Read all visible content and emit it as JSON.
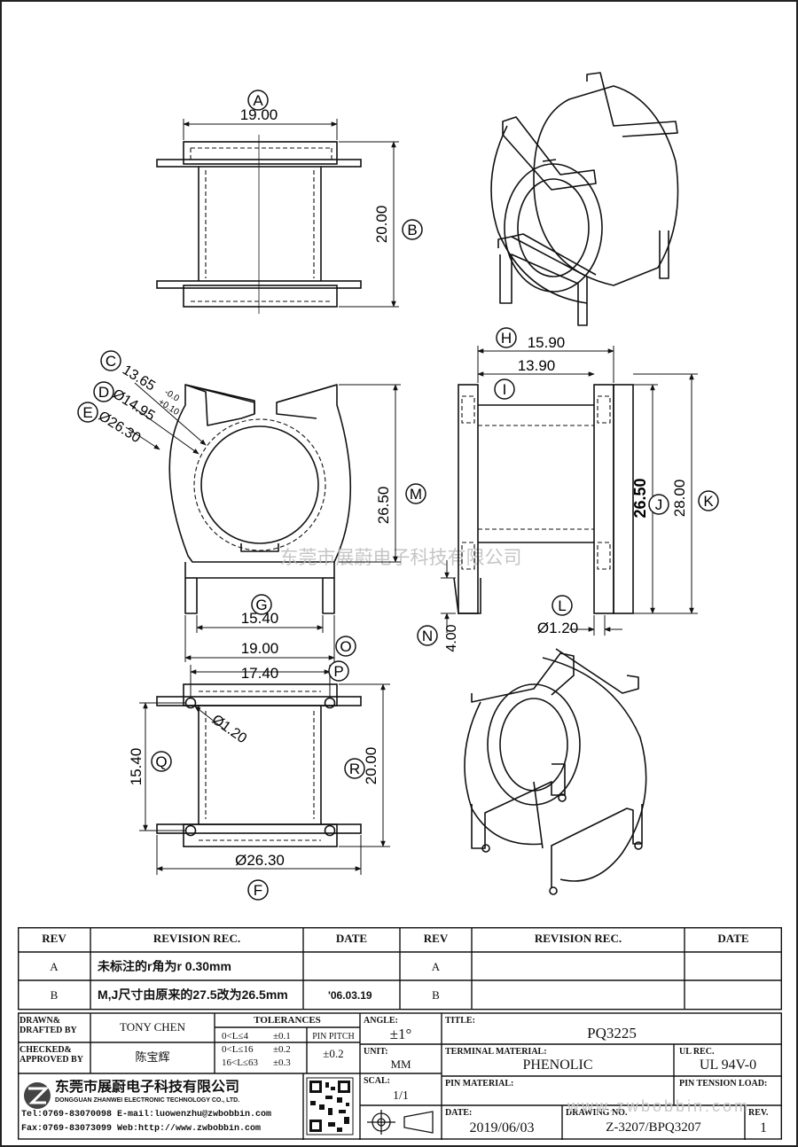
{
  "dims": {
    "A": "19.00",
    "B": "20.00",
    "C": "13.65",
    "C_tol_top": "-0.0",
    "C_tol_bot": "+0.10",
    "D": "Ø14.95",
    "E": "Ø26.30",
    "M": "26.50",
    "G": "15.40",
    "O": "19.00",
    "H": "15.90",
    "I": "13.90",
    "J": "26.50",
    "K": "28.00",
    "L": "Ø1.20",
    "N": "4.00",
    "P": "17.40",
    "pin_dia": "Ø1.20",
    "Q": "15.40",
    "R": "20.00",
    "F": "Ø26.30"
  },
  "balloons": [
    "A",
    "B",
    "C",
    "D",
    "E",
    "M",
    "G",
    "O",
    "H",
    "I",
    "J",
    "K",
    "L",
    "N",
    "P",
    "Q",
    "R",
    "F"
  ],
  "watermark": "东莞市展蔚电子科技有限公司",
  "revision_table": {
    "headers": [
      "REV",
      "REVISION REC.",
      "DATE",
      "REV",
      "REVISION REC.",
      "DATE"
    ],
    "rows": [
      {
        "rev": "A",
        "rec": "未标注的r角为r 0.30mm",
        "date": "",
        "rev2": "A",
        "rec2": "",
        "date2": ""
      },
      {
        "rev": "B",
        "rec": "M,J尺寸由原来的27.5改为26.5mm",
        "date": "'06.03.19",
        "rev2": "B",
        "rec2": "",
        "date2": ""
      }
    ]
  },
  "title_block": {
    "drawn_label": "DRAWN&\nDRAFTED BY",
    "drawn_by": "TONY CHEN",
    "checked_label": "CHECKED&\nAPPROVED BY",
    "checked_by": "陈宝辉",
    "tolerances_label": "TOLERANCES",
    "tol_rows": [
      {
        "range": "0<L≤4",
        "tol": "±0.1"
      },
      {
        "range": "0<L≤16",
        "tol": "±0.2"
      },
      {
        "range": "16<L≤63",
        "tol": "±0.3"
      }
    ],
    "pin_pitch_label": "PIN PITCH",
    "pin_pitch": "±0.2",
    "angle_label": "ANGLE:",
    "angle": "±1°",
    "unit_label": "UNIT:",
    "unit": "MM",
    "scale_label": "SCAL:",
    "scale": "1/1",
    "title_label": "TITLE:",
    "title": "PQ3225",
    "terminal_label": "TERMINAL MATERIAL:",
    "terminal": "PHENOLIC",
    "ul_label": "UL REC.",
    "ul": "UL 94V-0",
    "pin_material_label": "PIN MATERIAL:",
    "pin_material": "",
    "pin_tension_label": "PIN TENSION LOAD:",
    "pin_tension": "",
    "date_label": "DATE:",
    "date": "2019/06/03",
    "drawing_label": "DRAWING NO.",
    "drawing_no": "Z-3207/BPQ3207",
    "rev_label": "REV.",
    "rev": "1",
    "company_cn": "东莞市展蔚电子科技有限公司",
    "company_en": "DONGGUAN ZHANWEI ELECTRONIC TECHNOLOGY CO., LTD.",
    "tel": "Tel:0769-83070098 E-mail:luowenzhu@zwbobbin.com",
    "fax": "Fax:0769-83073099   Web:http://www.zwbobbin.com",
    "web_watermark": "www.zwbobbin.com"
  }
}
